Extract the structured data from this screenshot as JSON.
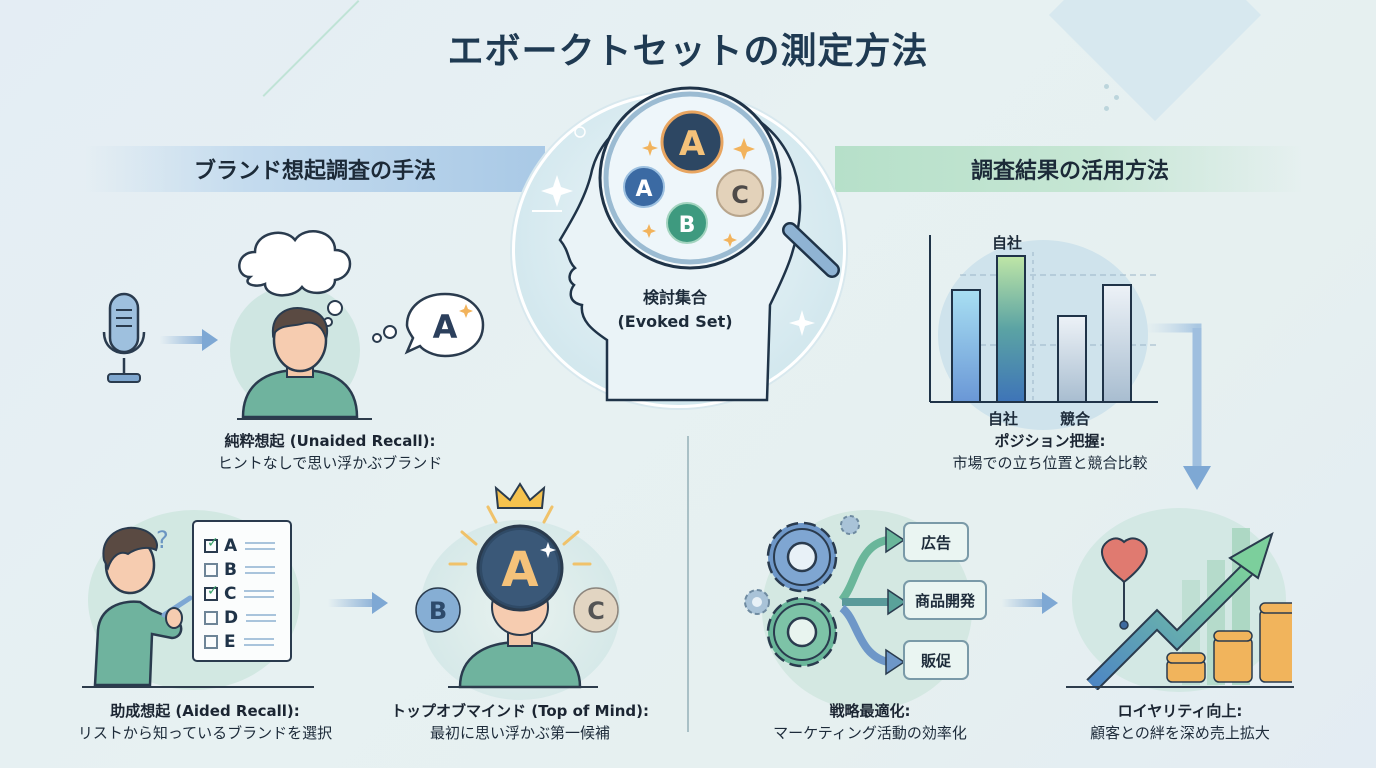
{
  "title": "エボークトセットの測定方法",
  "sections": {
    "left": {
      "heading": "ブランド想起調査の手法"
    },
    "right": {
      "heading": "調査結果の活用方法"
    }
  },
  "center": {
    "label_jp": "検討集合",
    "label_en": "(Evoked Set)",
    "bubbles": [
      "A",
      "A",
      "B",
      "C"
    ]
  },
  "methods": [
    {
      "id": "unaided",
      "title": "純粋想起 (Unaided Recall):",
      "description": "ヒントなしで思い浮かぶブランド",
      "bubble_letter": "A"
    },
    {
      "id": "aided",
      "title": "助成想起 (Aided Recall):",
      "description": "リストから知っているブランドを選択",
      "checklist": [
        {
          "letter": "A",
          "checked": true
        },
        {
          "letter": "B",
          "checked": false
        },
        {
          "letter": "C",
          "checked": true
        },
        {
          "letter": "D",
          "checked": false
        },
        {
          "letter": "E",
          "checked": false
        }
      ],
      "question_mark": "?"
    },
    {
      "id": "top-of-mind",
      "title": "トップオブマインド (Top of Mind):",
      "description": "最初に思い浮かぶ第一候補",
      "main_letter": "A",
      "side_letters": [
        "B",
        "C"
      ]
    }
  ],
  "uses": [
    {
      "id": "position",
      "title": "ポジション把握:",
      "description": "市場での立ち位置と競合比較",
      "chart": {
        "top_label": "自社",
        "x_labels": [
          "自社",
          "競合"
        ]
      }
    },
    {
      "id": "strategy",
      "title": "戦略最適化:",
      "description": "マーケティング活動の効率化",
      "targets": [
        "広告",
        "商品開発",
        "販促"
      ]
    },
    {
      "id": "loyalty",
      "title": "ロイヤリティ向上:",
      "description": "顧客との絆を深め売上拡大"
    }
  ],
  "chart_data": {
    "type": "bar",
    "title": "",
    "categories": [
      "自社",
      "自社",
      "競合",
      "競合"
    ],
    "group_labels": [
      "自社",
      "競合"
    ],
    "highlight_label": "自社",
    "values": [
      68,
      90,
      55,
      70
    ],
    "xlabel": "",
    "ylabel": "",
    "grid": true,
    "ylim": [
      0,
      100
    ]
  },
  "colors": {
    "title": "#1f3a52",
    "left_accent": "#a9c9e6",
    "right_accent": "#b6e0c9",
    "arrow": "#7ea8d4",
    "gold": "#e8b45a",
    "heart": "#e0736c"
  }
}
